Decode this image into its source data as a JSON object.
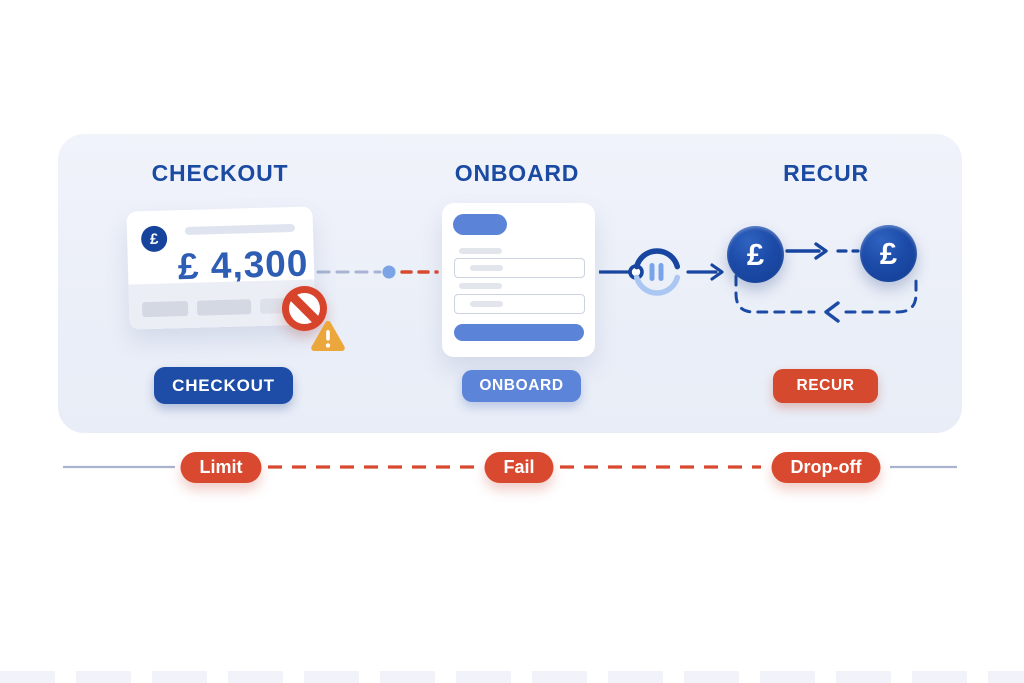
{
  "stages": [
    {
      "id": "checkout",
      "heading": "CHECKOUT",
      "button_label": "CHECKOUT",
      "issue_label": "Limit"
    },
    {
      "id": "onboard",
      "heading": "ONBOARD",
      "button_label": "ONBOARD",
      "issue_label": "Fail"
    },
    {
      "id": "recur",
      "heading": "RECUR",
      "button_label": "RECUR",
      "issue_label": "Drop-off"
    }
  ],
  "checkout_card": {
    "badge_symbol": "£",
    "amount": "£ 4,300"
  },
  "recur_loop": {
    "coin_symbol": "£"
  },
  "icons": {
    "blocked": "prohibition-sign",
    "warning": "warning-triangle",
    "loader": "pause-loop-spinner",
    "connector_dot": "blue-dot"
  },
  "colors": {
    "heading_navy": "#1b4aa3",
    "primary_blue": "#1d4da6",
    "medium_blue": "#5c85da",
    "light_blue_arc": "#a9c7f2",
    "alert_red": "#d8492f",
    "warning_orange": "#eba63c",
    "amount_blue": "#2e5eb4",
    "panel_bg": "#ebeff8"
  }
}
